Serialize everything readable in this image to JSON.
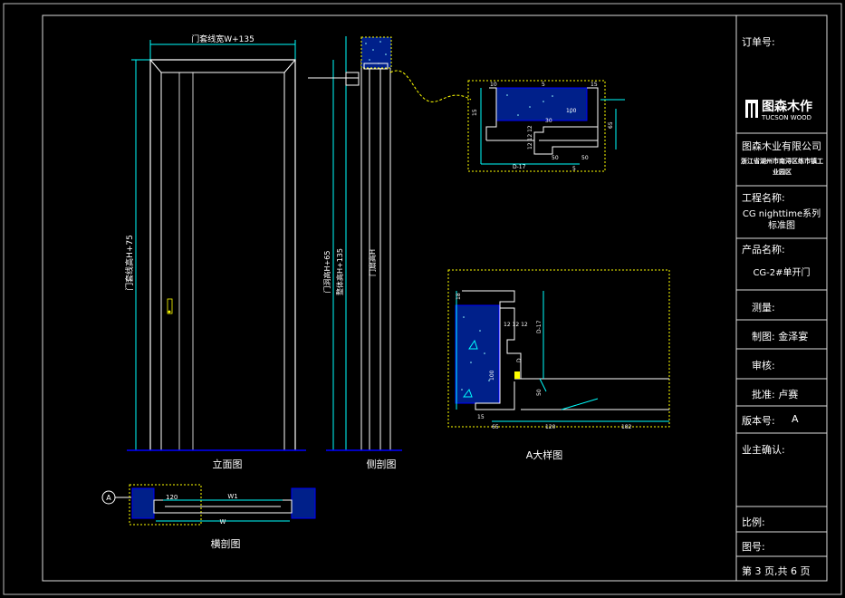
{
  "views": {
    "elevation_label": "立面图",
    "side_section_label": "侧剖图",
    "detail_a_label": "A大样图",
    "cross_section_label": "横剖图",
    "callout_letter": "A"
  },
  "dimensions": {
    "door_width_top": "门套线宽W+135",
    "door_height_left": "门套线高H+75",
    "side_dim_1": "门洞高H+65",
    "side_dim_2": "整体高H+135",
    "side_dim_3": "门扇高H",
    "cross_w1": "W1",
    "cross_w": "W",
    "cross_120": "120",
    "top_detail_top": [
      "10",
      "5",
      "15"
    ],
    "top_detail_100": "100",
    "top_detail_30": "30",
    "top_detail_50a": "50",
    "top_detail_50b": "50",
    "top_detail_d17": "D-17",
    "top_detail_5": "5",
    "top_detail_65": "65",
    "top_detail_121212": "12 12 12",
    "top_detail_15": "15",
    "a_18": "18",
    "a_121212": "12 12 12",
    "a_d17": "D-17",
    "a_d": "D",
    "a_50": "50",
    "a_15": "15",
    "a_65": "65",
    "a_120": "120",
    "a_182": "182",
    "a_100": "100"
  },
  "title_block": {
    "order_no_label": "订单号:",
    "logo_brand": "图森木作",
    "logo_sub": "TUCSON WOOD",
    "company": "图森木业有限公司",
    "address": "浙江省湖州市南浔区练市镇工业园区",
    "project_label": "工程名称:",
    "project_value_1": "CG nighttime系列",
    "project_value_2": "标准图",
    "product_label": "产品名称:",
    "product_value": "CG-2#单开门",
    "measure_label": "测量:",
    "drawn_label": "制图: 金泽宴",
    "review_label": "审核:",
    "approve_label": "批准: 卢赛",
    "version_label": "版本号:",
    "version_value": "A",
    "owner_label": "业主确认:",
    "scale_label": "比例:",
    "drawing_no_label": "图号:",
    "page_label": "第 3 页,共 6 页"
  },
  "colors": {
    "background": "#000000",
    "lines": "#ffffff",
    "dimension": "#00ffff",
    "profile": "#0000ff",
    "hatch_frame": "#ffff00",
    "frame": "#c0c0c0"
  }
}
